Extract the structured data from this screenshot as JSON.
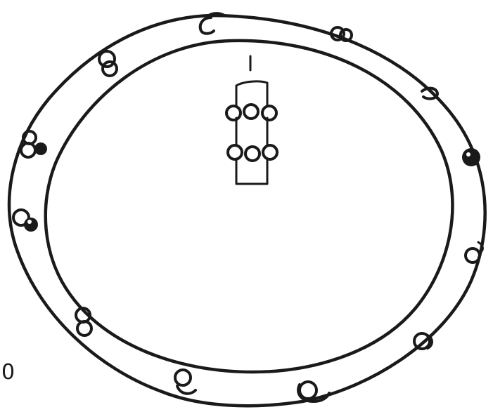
{
  "figure": {
    "corner_mark": "0"
  },
  "colors": {
    "ink": "#1a1a1a",
    "paper": "#ffffff"
  },
  "components": {
    "outer_ring": "outer-ellipse",
    "inner_ring": "inner-ellipse",
    "ring_beads_count": 15,
    "central_element": "vertical-stalk-with-two-bead-rows"
  }
}
